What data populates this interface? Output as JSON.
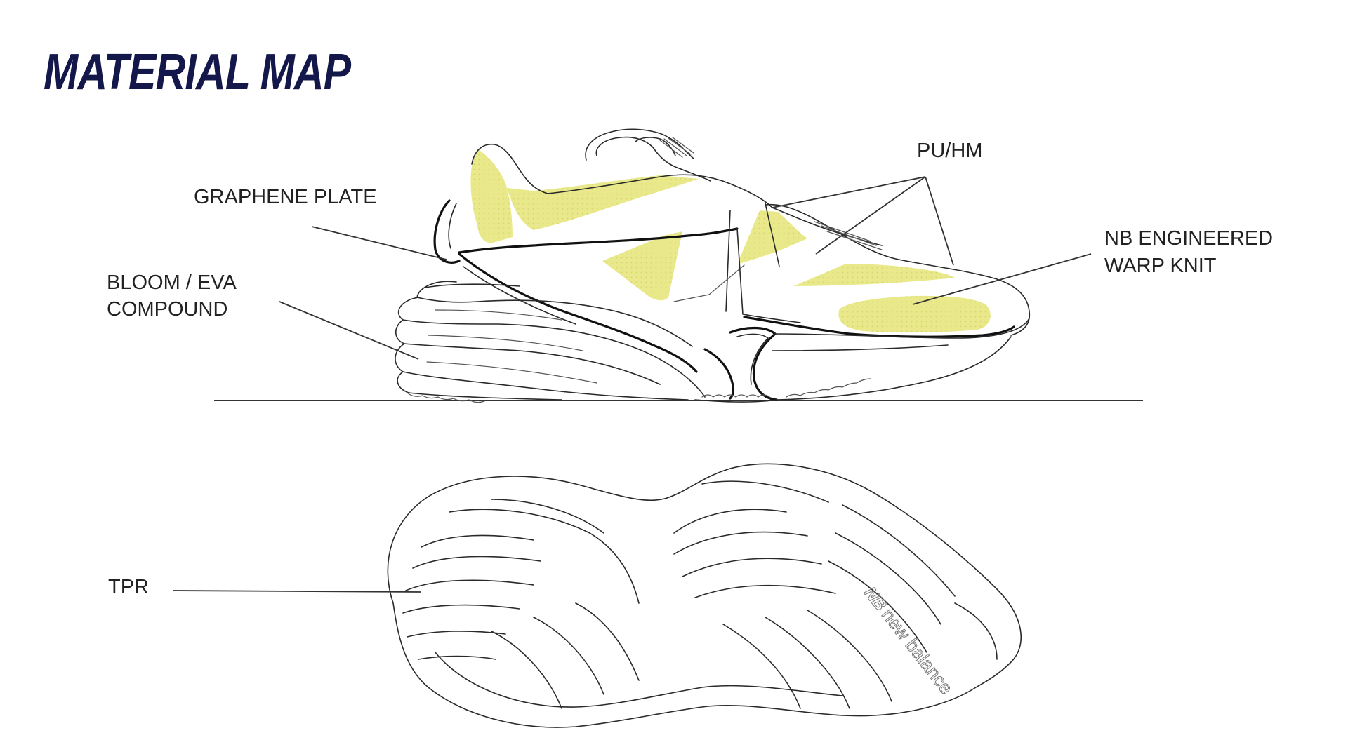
{
  "title": "MATERIAL MAP",
  "colors": {
    "title": "#14174a",
    "material_highlight": "#e9e98c",
    "line": "#2a2a2a"
  },
  "labels": {
    "graphene_plate": "GRAPHENE PLATE",
    "pu_hm": "PU/HM",
    "nb_knit_line1": "NB ENGINEERED",
    "nb_knit_line2": "WARP KNIT",
    "bloom_line1": "BLOOM / EVA",
    "bloom_line2": "COMPOUND",
    "tpr": "TPR"
  },
  "outsole_logo": "new balance",
  "outsole_logo_mark": "NB"
}
